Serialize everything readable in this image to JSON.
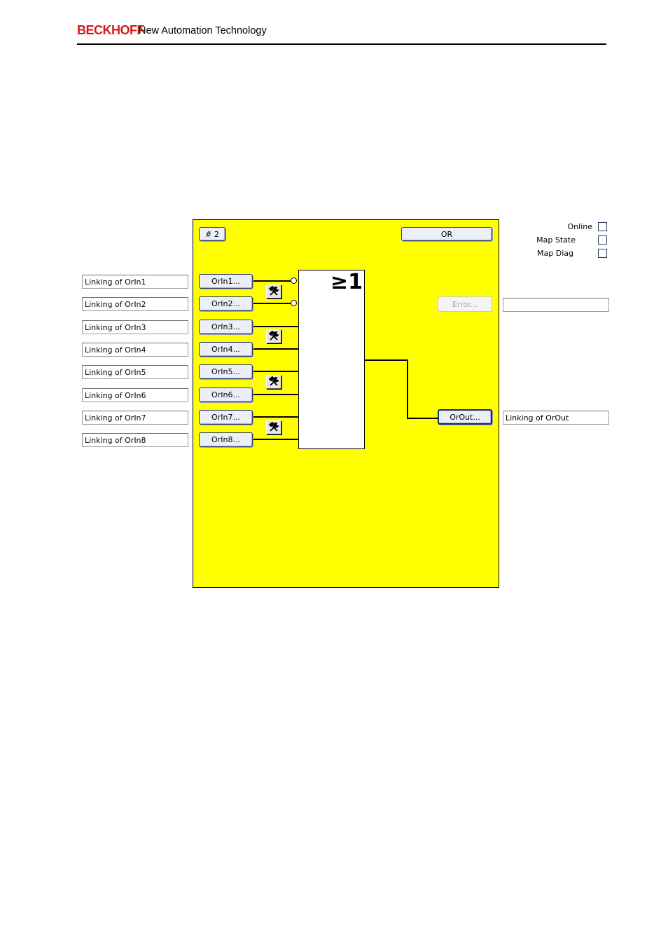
{
  "header": {
    "brand": "BECKHOFF",
    "tagline": "New Automation Technology"
  },
  "block": {
    "number_label": "# 2",
    "type_label": "OR",
    "gate_symbol": "≥1"
  },
  "inputs": [
    {
      "button": "OrIn1...",
      "linking": "Linking of OrIn1"
    },
    {
      "button": "OrIn2...",
      "linking": "Linking of OrIn2"
    },
    {
      "button": "OrIn3...",
      "linking": "Linking of OrIn3"
    },
    {
      "button": "OrIn4...",
      "linking": "Linking of OrIn4"
    },
    {
      "button": "OrIn5...",
      "linking": "Linking of OrIn5"
    },
    {
      "button": "OrIn6...",
      "linking": "Linking of OrIn6"
    },
    {
      "button": "OrIn7...",
      "linking": "Linking of OrIn7"
    },
    {
      "button": "OrIn8...",
      "linking": "Linking of OrIn8"
    }
  ],
  "negated_inputs": [
    1,
    2
  ],
  "error": {
    "button": "Error...",
    "linking": ""
  },
  "output": {
    "button": "OrOut...",
    "linking": "Linking of OrOut"
  },
  "options": [
    {
      "label": "Online",
      "checked": false
    },
    {
      "label": "Map State",
      "checked": false
    },
    {
      "label": "Map Diag",
      "checked": false
    }
  ],
  "tool_icon": "hammer-wrench-icon",
  "colors": {
    "panel": "#ffff00",
    "brand": "#d7191c"
  }
}
